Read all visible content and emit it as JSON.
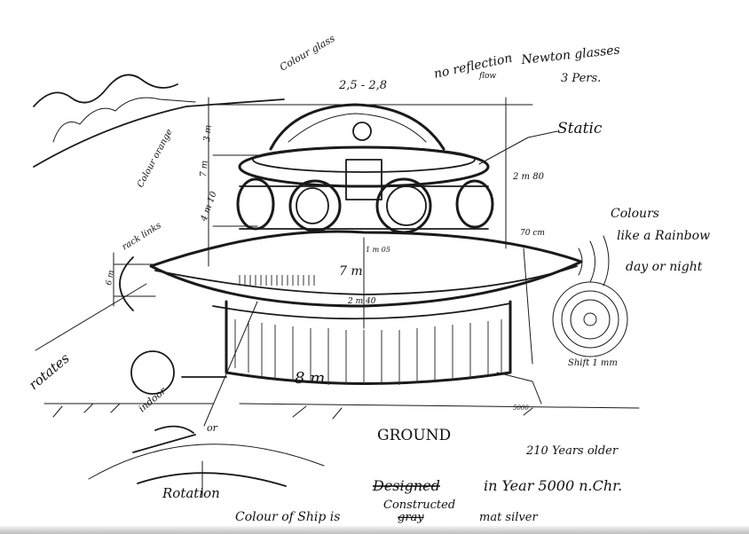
{
  "labels": {
    "colour_glass": "Colour glass",
    "no_reflection": "no reflection",
    "flow": "flow",
    "newton_glasses": "Newton glasses",
    "persons": "3 Pers.",
    "dome_height": "2,5 - 2,8",
    "static": "Static",
    "dim_2m80": "2 m 80",
    "colour_orange": "Colour orange",
    "dim_3m": "3 m",
    "dim_7m_left": "7 m",
    "dim_4m10": "4 m 10",
    "rack_links": "rack links",
    "dim_6m": "6 m",
    "colours": "Colours",
    "like_rainbow": "like a Rainbow",
    "day_or_night": "day or night",
    "dim_70cm": "70 cm",
    "dim_1m05": "1 m 05",
    "dim_7m": "7 m",
    "dim_2m40": "2 m 40",
    "dim_8m": "8 m",
    "rotates": "rotates",
    "indoor": "indoor",
    "or": "or",
    "rotation": "Rotation",
    "ground": "GROUND",
    "years_older": "210 Years older",
    "shift": "Shift 1 mm",
    "dim_5000": "5000"
  },
  "footer": {
    "designed": "Designed",
    "in_year": "in Year 5000 n.Chr.",
    "constructed": "Constructed",
    "colour_of_ship": "Colour of Ship is",
    "gray": "gray",
    "mat_silver": "mat silver"
  }
}
